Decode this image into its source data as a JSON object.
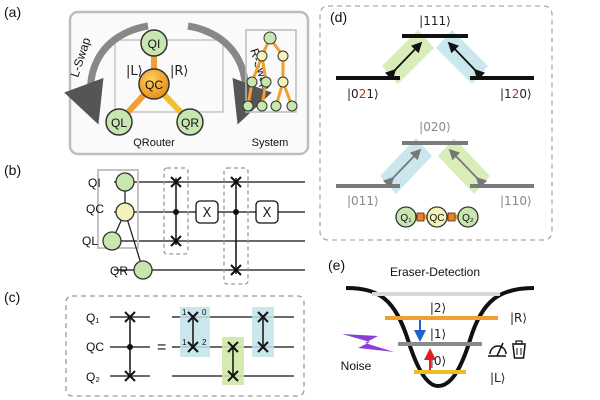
{
  "panels": {
    "a": "(a)",
    "b": "(b)",
    "c": "(c)",
    "d": "(d)",
    "e": "(e)"
  },
  "panel_a": {
    "l_swap": "L-Swap",
    "r_swap": "R-Swap",
    "ket_L": "|L⟩",
    "ket_R": "|R⟩",
    "q_I": "QI",
    "q_C": "QC",
    "q_L": "QL",
    "q_R": "QR",
    "qrouter": "QRouter",
    "system": "System"
  },
  "panel_b": {
    "q_I": "QI",
    "q_C": "QC",
    "q_L": "QL",
    "q_R": "QR",
    "x_gate_1": "X",
    "x_gate_2": "X"
  },
  "panel_c": {
    "q_1": "Q₁",
    "q_C": "QC",
    "q_2": "Q₂",
    "equals": "=",
    "idx_a1": "1",
    "idx_a0": "0",
    "idx_b1": "1",
    "idx_b2": "2"
  },
  "panel_d": {
    "top_ket": "|111⟩",
    "left_ket_pre": "|0",
    "left_ket_mid": "2",
    "left_ket_post": "1⟩",
    "right_ket_pre": "|1",
    "right_ket_mid": "2",
    "right_ket_post": "0⟩",
    "mid_ket": "|020⟩",
    "low_left_ket": "|011⟩",
    "low_right_ket": "|110⟩",
    "chain_q1": "Q₁",
    "chain_qc": "QC",
    "chain_q2": "Q₂"
  },
  "panel_e": {
    "title": "Eraser-Detection",
    "ket_2": "|2⟩",
    "ket_1": "|1⟩",
    "ket_0": "|0⟩",
    "ket_R": "|R⟩",
    "ket_L": "|L⟩",
    "noise": "Noise"
  },
  "colors": {
    "green_node": "#c8e6b0",
    "yellow_node": "#f4f2b8",
    "orange": "#f0a030",
    "green_band": "#cfe8a8",
    "blue_band": "#bfe3ea",
    "noise_purple": "#8a3fd1",
    "arrow_blue": "#2060d0",
    "arrow_red": "#e02020"
  }
}
